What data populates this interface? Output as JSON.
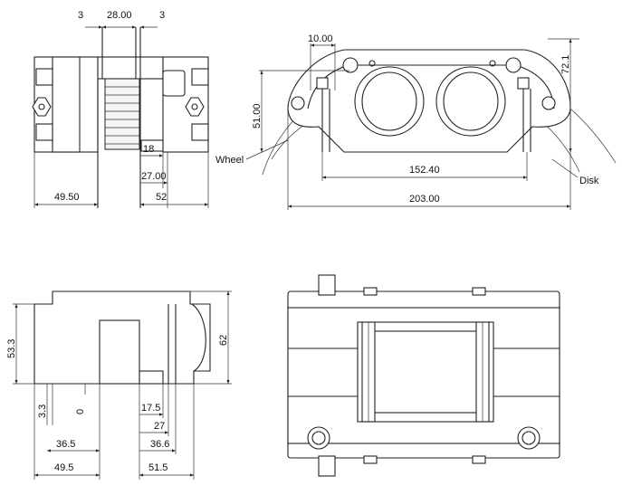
{
  "views": {
    "front": {
      "dims": {
        "left_gap": "3",
        "width_top": "28.00",
        "right_gap": "3",
        "d18": "18",
        "d27": "27.00",
        "d49": "49.50",
        "d52": "52"
      }
    },
    "side": {
      "dims": {
        "d10": "10.00",
        "d51": "51.00",
        "d72": "72.1",
        "d152": "152.40",
        "d203": "203.00"
      },
      "labels": {
        "wheel": "Wheel",
        "disk": "Disk"
      }
    },
    "bottom_left": {
      "dims": {
        "h53": "53.3",
        "h62": "62",
        "h3": "3.3",
        "h0": "0",
        "d17": "17.5",
        "d27": "27",
        "d36a": "36.5",
        "d36b": "36.6",
        "d49": "49.5",
        "d51": "51.5"
      }
    }
  },
  "colors": {
    "line": "#222222",
    "background": "#ffffff"
  }
}
